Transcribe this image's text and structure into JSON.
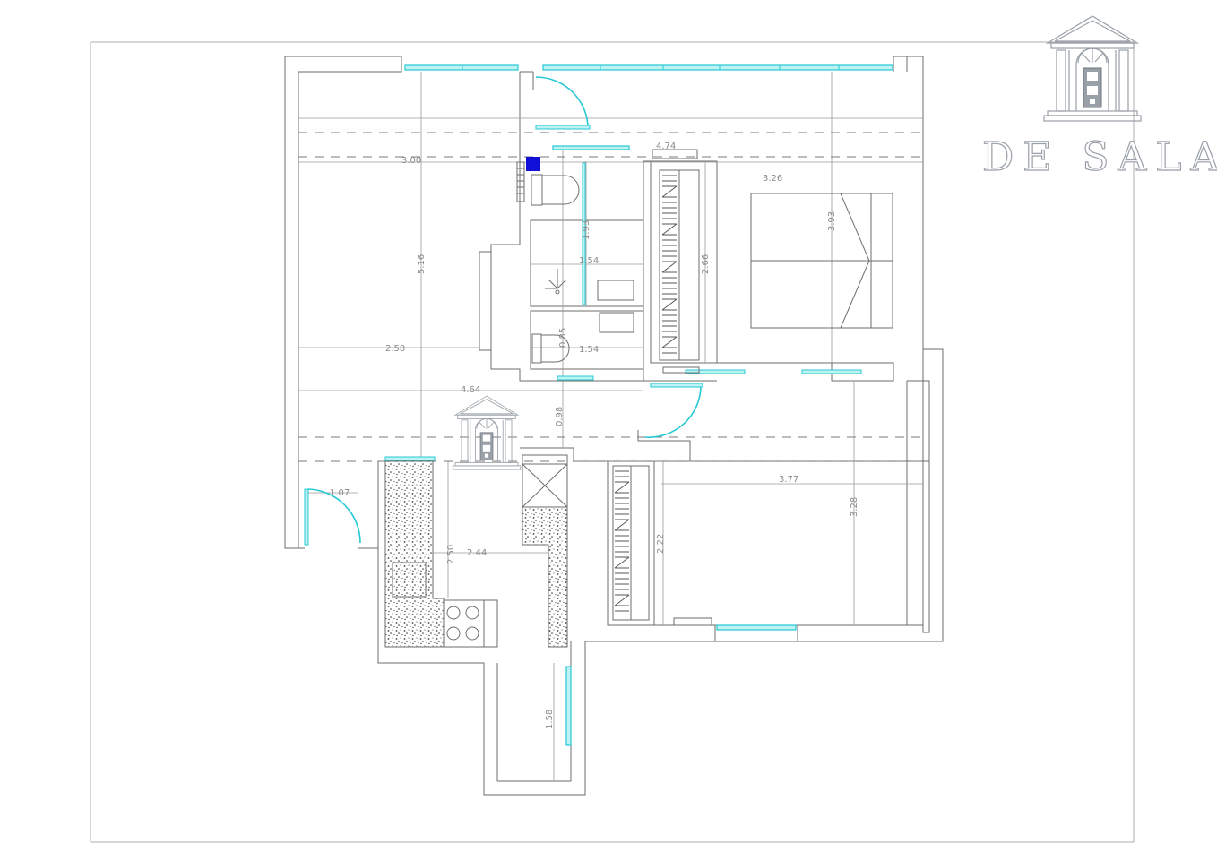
{
  "brand": {
    "name": "DE SALAS"
  },
  "dimensions": [
    {
      "id": "d300",
      "label": "3.00"
    },
    {
      "id": "d474",
      "label": "4.74"
    },
    {
      "id": "d326",
      "label": "3.26"
    },
    {
      "id": "d393",
      "label": "3.93"
    },
    {
      "id": "d516",
      "label": "5.16"
    },
    {
      "id": "d193",
      "label": "1.93"
    },
    {
      "id": "d154a",
      "label": "1.54"
    },
    {
      "id": "d266",
      "label": "2.66"
    },
    {
      "id": "d085",
      "label": "0.85"
    },
    {
      "id": "d154b",
      "label": "1.54"
    },
    {
      "id": "d258",
      "label": "2.58"
    },
    {
      "id": "d464",
      "label": "4.64"
    },
    {
      "id": "d098",
      "label": "0.98"
    },
    {
      "id": "d107",
      "label": "1.07"
    },
    {
      "id": "d377",
      "label": "3.77"
    },
    {
      "id": "d328",
      "label": "3.28"
    },
    {
      "id": "d222",
      "label": "2.22"
    },
    {
      "id": "d250",
      "label": "2.50"
    },
    {
      "id": "d244",
      "label": "2.44"
    },
    {
      "id": "d158",
      "label": "1.58"
    }
  ],
  "colors": {
    "window": "#25c9d4",
    "wall": "#6e6e6e",
    "marker": "#1010d8",
    "logo": "#9aa0a8"
  }
}
